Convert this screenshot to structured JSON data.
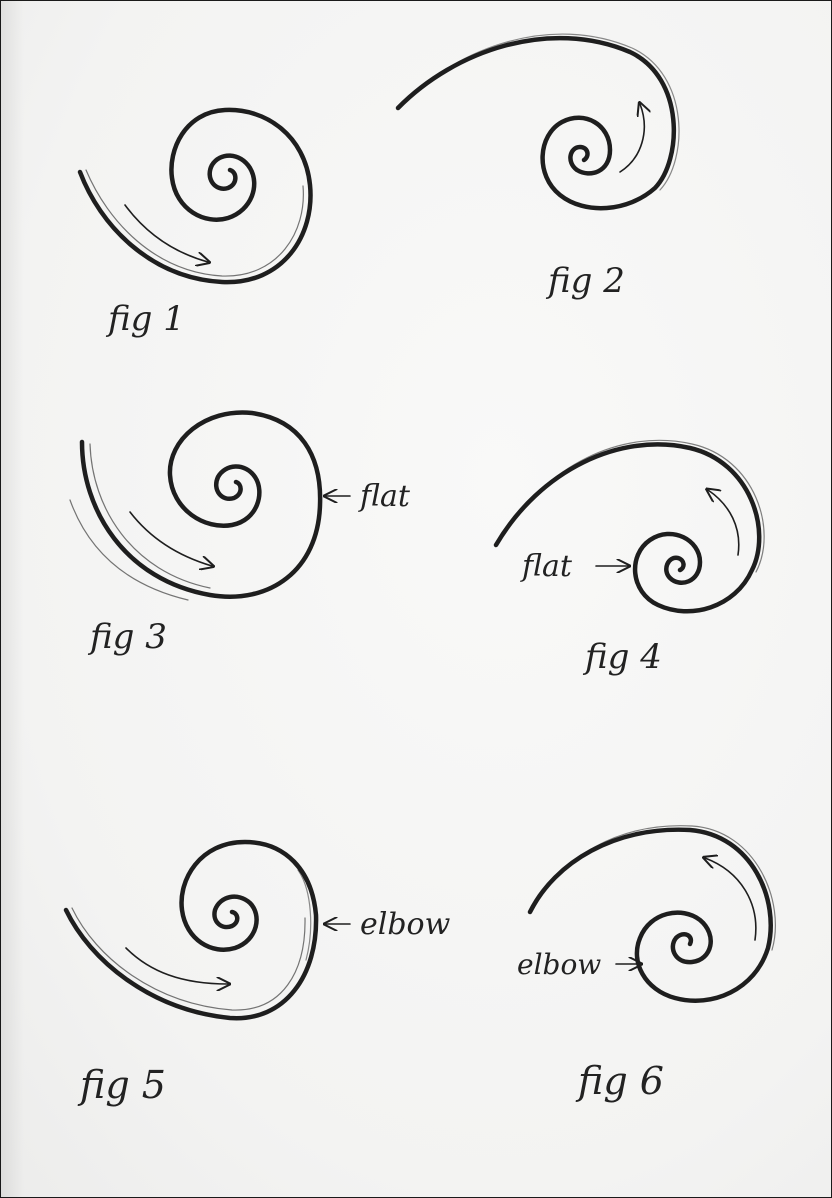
{
  "colors": {
    "ink": "#1e1e1e",
    "paper": "#f7f7f6"
  },
  "figures": [
    {
      "id": "fig1",
      "label": "fig 1"
    },
    {
      "id": "fig2",
      "label": "fig 2"
    },
    {
      "id": "fig3",
      "label": "fig 3",
      "annotation": "flat"
    },
    {
      "id": "fig4",
      "label": "fig 4",
      "annotation": "flat"
    },
    {
      "id": "fig5",
      "label": "fig 5",
      "annotation": "elbow"
    },
    {
      "id": "fig6",
      "label": "fig 6",
      "annotation": "elbow"
    }
  ]
}
